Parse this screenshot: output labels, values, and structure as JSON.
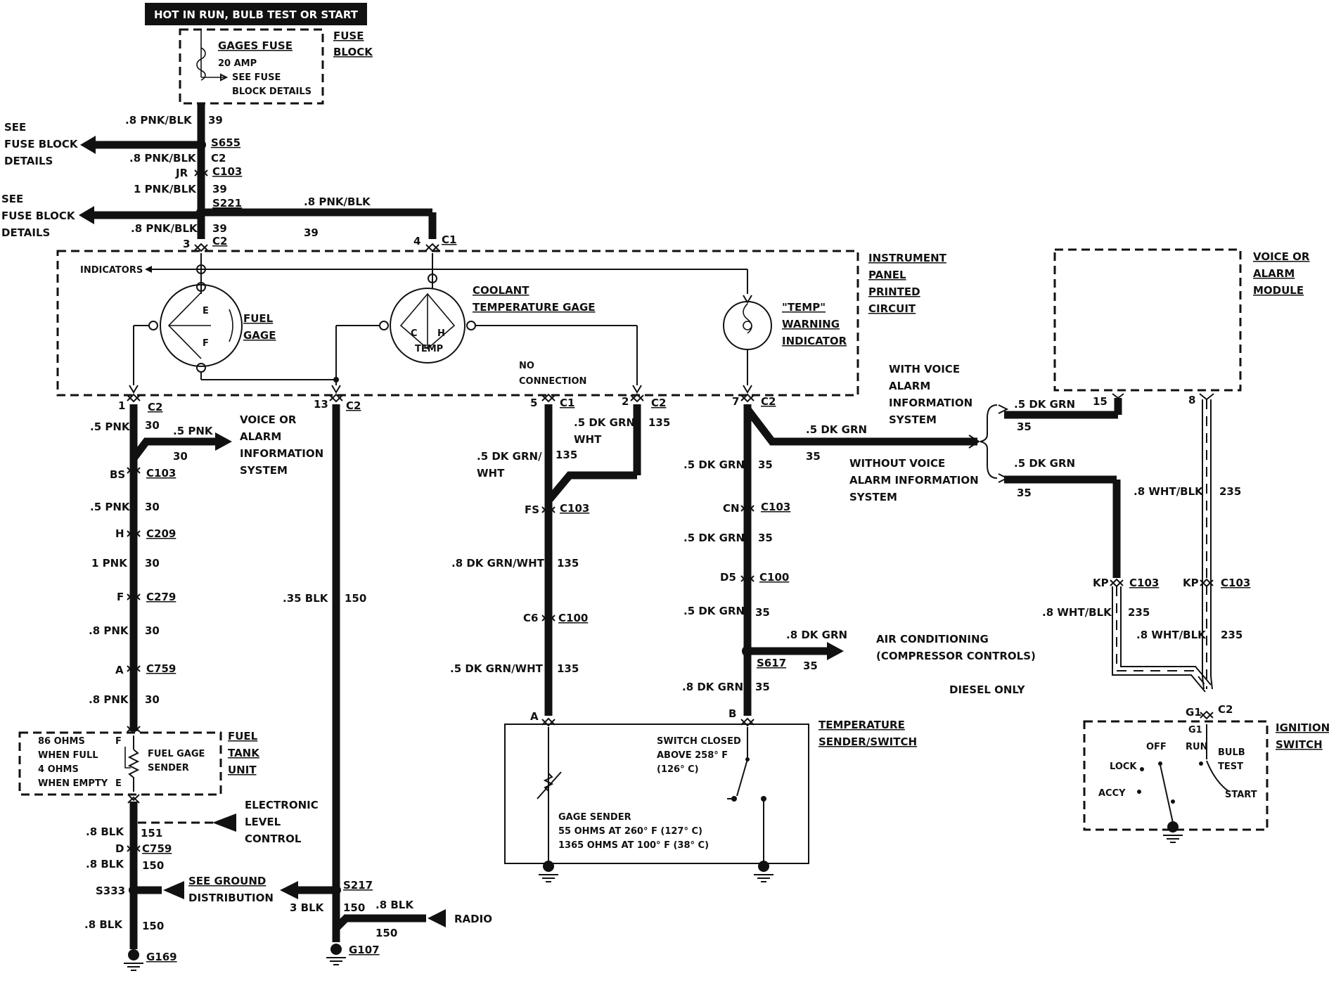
{
  "header": {
    "power_label": "HOT IN RUN, BULB TEST OR START"
  },
  "fuse": {
    "name": "GAGES FUSE",
    "rating": "20 AMP",
    "see1": "SEE FUSE",
    "see2": "BLOCK DETAILS",
    "block1": "FUSE",
    "block2": "BLOCK"
  },
  "left_refs": {
    "see": "SEE",
    "fuse_block": "FUSE BLOCK",
    "fuse_block_2": "FUSE BLOCK",
    "details": "DETAILS"
  },
  "main_feed": {
    "w1": ".8 PNK/BLK",
    "c1": "39",
    "s655": "S655",
    "w2": ".8 PNK/BLK",
    "c2": "C2",
    "jr": "JR",
    "c103": "C103",
    "w3": "1 PNK/BLK",
    "c3": "39",
    "s221": "S221",
    "w4": ".8 PNK/BLK",
    "c4": "39",
    "w5": ".8 PNK/BLK",
    "c5": "39",
    "pin3": "3",
    "pin4": "4",
    "c1conn": "C1"
  },
  "cluster": {
    "indicators": "INDICATORS",
    "fuel1": "FUEL",
    "fuel2": "GAGE",
    "fuel_e": "E",
    "fuel_f": "F",
    "cool1": "COOLANT",
    "cool2": "TEMPERATURE GAGE",
    "cool_c": "C",
    "cool_h": "H",
    "cool_temp": "TEMP",
    "temp1": "\"TEMP\"",
    "temp2": "WARNING",
    "temp3": "INDICATOR",
    "ipc1": "INSTRUMENT",
    "ipc2": "PANEL",
    "ipc3": "PRINTED",
    "ipc4": "CIRCUIT",
    "noconn1": "NO",
    "noconn2": "CONNECTION"
  },
  "pins": {
    "p1": "1",
    "p1c": "C2",
    "p13": "13",
    "p13c": "C2",
    "p5": "5",
    "p5c": "C1",
    "p2": "2",
    "p2c": "C2",
    "p7": "7",
    "p7c": "C2"
  },
  "fuel_circuit": {
    "w1": ".5 PNK",
    "c1": "30",
    "branch_w": ".5 PNK",
    "branch_c": "30",
    "voice1": "VOICE OR",
    "voice2": "ALARM",
    "voice3": "INFORMATION",
    "voice4": "SYSTEM",
    "bs": "BS",
    "bs_c": "C103",
    "w2": ".5 PNK",
    "c2": "30",
    "h": "H",
    "h_c": "C209",
    "w3": "1 PNK",
    "c3": "30",
    "f": "F",
    "f_c": "C279",
    "w4": ".8 PNK",
    "c4": "30",
    "a": "A",
    "a_c": "C759",
    "w5": ".8 PNK",
    "c5": "30",
    "tank_f": "F",
    "tank_e": "E",
    "ohms1": "86 OHMS",
    "ohms2": "WHEN FULL",
    "ohms3": "4 OHMS",
    "ohms4": "WHEN EMPTY",
    "sender1": "FUEL GAGE",
    "sender2": "SENDER",
    "unit1": "FUEL",
    "unit2": "TANK",
    "unit3": "UNIT",
    "elc1": "ELECTRONIC",
    "elc2": "LEVEL",
    "elc3": "CONTROL",
    "w6": ".8 BLK",
    "c6": "151",
    "d": "D",
    "d_c": "C759",
    "w7": ".8 BLK",
    "c7": "150",
    "s333": "S333",
    "gnd1": "SEE GROUND",
    "gnd2": "DISTRIBUTION",
    "w8": ".8 BLK",
    "c8": "150",
    "g169": "G169"
  },
  "ground_circuit": {
    "w1": ".35 BLK",
    "c1": "150",
    "s217": "S217",
    "w2": "3 BLK",
    "c2": "150",
    "w3": ".8 BLK",
    "c3": "150",
    "radio": "RADIO",
    "g107": "G107"
  },
  "coolant_circuit": {
    "w1": ".5 DK GRN",
    "w1b": "WHT",
    "c1": "135",
    "w2": ".5 DK GRN/",
    "w2b": "WHT",
    "c2": "135",
    "fs": "FS",
    "fs_c": "C103",
    "w3": ".8 DK GRN/WHT",
    "c3": "135",
    "c6": "C6",
    "c6_c": "C100",
    "w4": ".5 DK GRN/WHT",
    "c4": "135",
    "pin_a": "A"
  },
  "warning_circuit": {
    "w1": ".5 DK GRN",
    "c1": "35",
    "cn": "CN",
    "cn_c": "C103",
    "w2": ".5 DK GRN",
    "c2": "35",
    "d5": "D5",
    "d5_c": "C100",
    "w3": ".5 DK GRN",
    "c3": "35",
    "ac_w": ".8 DK GRN",
    "ac_c": "35",
    "s617": "S617",
    "ac1": "AIR CONDITIONING",
    "ac2": "(COMPRESSOR CONTROLS)",
    "diesel": "DIESEL ONLY",
    "w4": ".8 DK GRN",
    "c4": "35",
    "pin_b": "B"
  },
  "sender": {
    "title1": "TEMPERATURE",
    "title2": "SENDER/SWITCH",
    "sw1": "SWITCH CLOSED",
    "sw2": "ABOVE 258° F",
    "sw3": "(126° C)",
    "gs1": "GAGE SENDER",
    "gs2": "55 OHMS AT 260° F (127° C)",
    "gs3": "1365 OHMS AT 100° F (38° C)"
  },
  "voice_alarm": {
    "branch_w": ".5 DK GRN",
    "branch_c": "35",
    "with1": "WITH VOICE",
    "with2": "ALARM",
    "with3": "INFORMATION",
    "with4": "SYSTEM",
    "without1": "WITHOUT VOICE",
    "without2": "ALARM INFORMATION",
    "without3": "SYSTEM",
    "top_w": ".5 DK GRN",
    "top_c": "35",
    "pin15": "15",
    "bot_w": ".5 DK GRN",
    "bot_c": "35",
    "pin8": "8",
    "module1": "VOICE OR",
    "module2": "ALARM",
    "module3": "MODULE",
    "wb1": ".8 WHT/BLK",
    "cb1": "235",
    "kp1": "KP",
    "kp1_c": "C103",
    "wb2": ".8 WHT/BLK",
    "cb2": "235",
    "kp2": "KP",
    "kp2_c": "C103",
    "wb3": ".8 WHT/BLK",
    "cb3": "235"
  },
  "ignition": {
    "g1": "G1",
    "c2": "C2",
    "g1b": "G1",
    "off": "OFF",
    "run": "RUN",
    "bulb": "BULB",
    "test": "TEST",
    "lock": "LOCK",
    "accy": "ACCY",
    "start": "START",
    "title1": "IGNITION",
    "title2": "SWITCH"
  }
}
